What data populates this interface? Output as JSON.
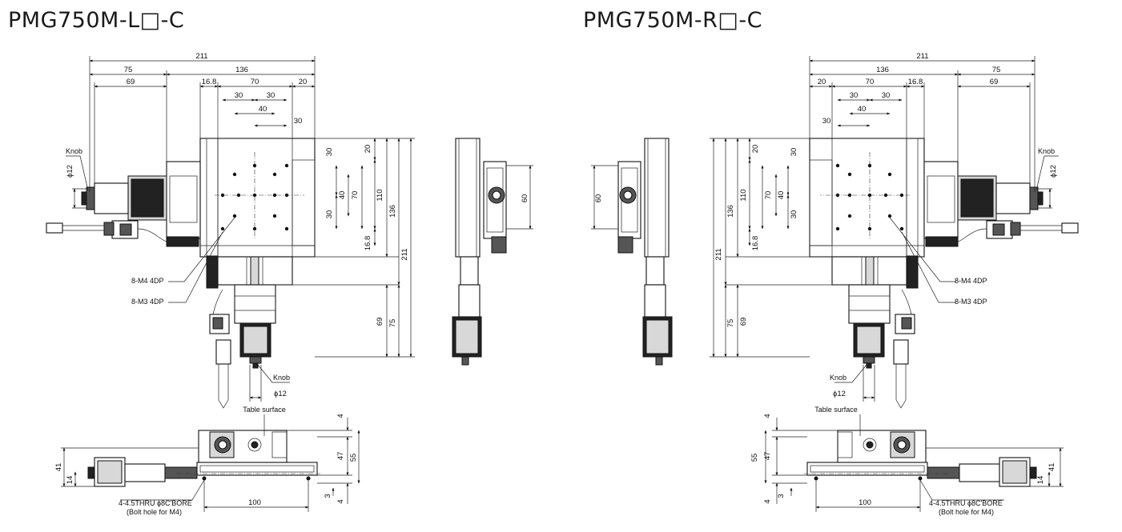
{
  "titles": {
    "left": "PMG750M-L□-C",
    "right": "PMG750M-R□-C"
  },
  "dims": {
    "d211": "211",
    "d136": "136",
    "d75": "75",
    "d69": "69",
    "d16_8": "16.8",
    "d70": "70",
    "d20": "20",
    "d30": "30",
    "d40": "40",
    "d110": "110",
    "d60": "60",
    "phi12": "ϕ12",
    "d4": "4",
    "d47": "47",
    "d55": "55",
    "d41": "41",
    "d14": "14",
    "d3": "3",
    "d100": "100"
  },
  "labels": {
    "knob": "Knob",
    "m4": "8-M4 4DP",
    "m3": "8-M3 4DP",
    "table_surface": "Table surface",
    "thru": "4-4.5THRU ϕ8C'BORE",
    "bolt": "(Bolt hole for M4)"
  }
}
